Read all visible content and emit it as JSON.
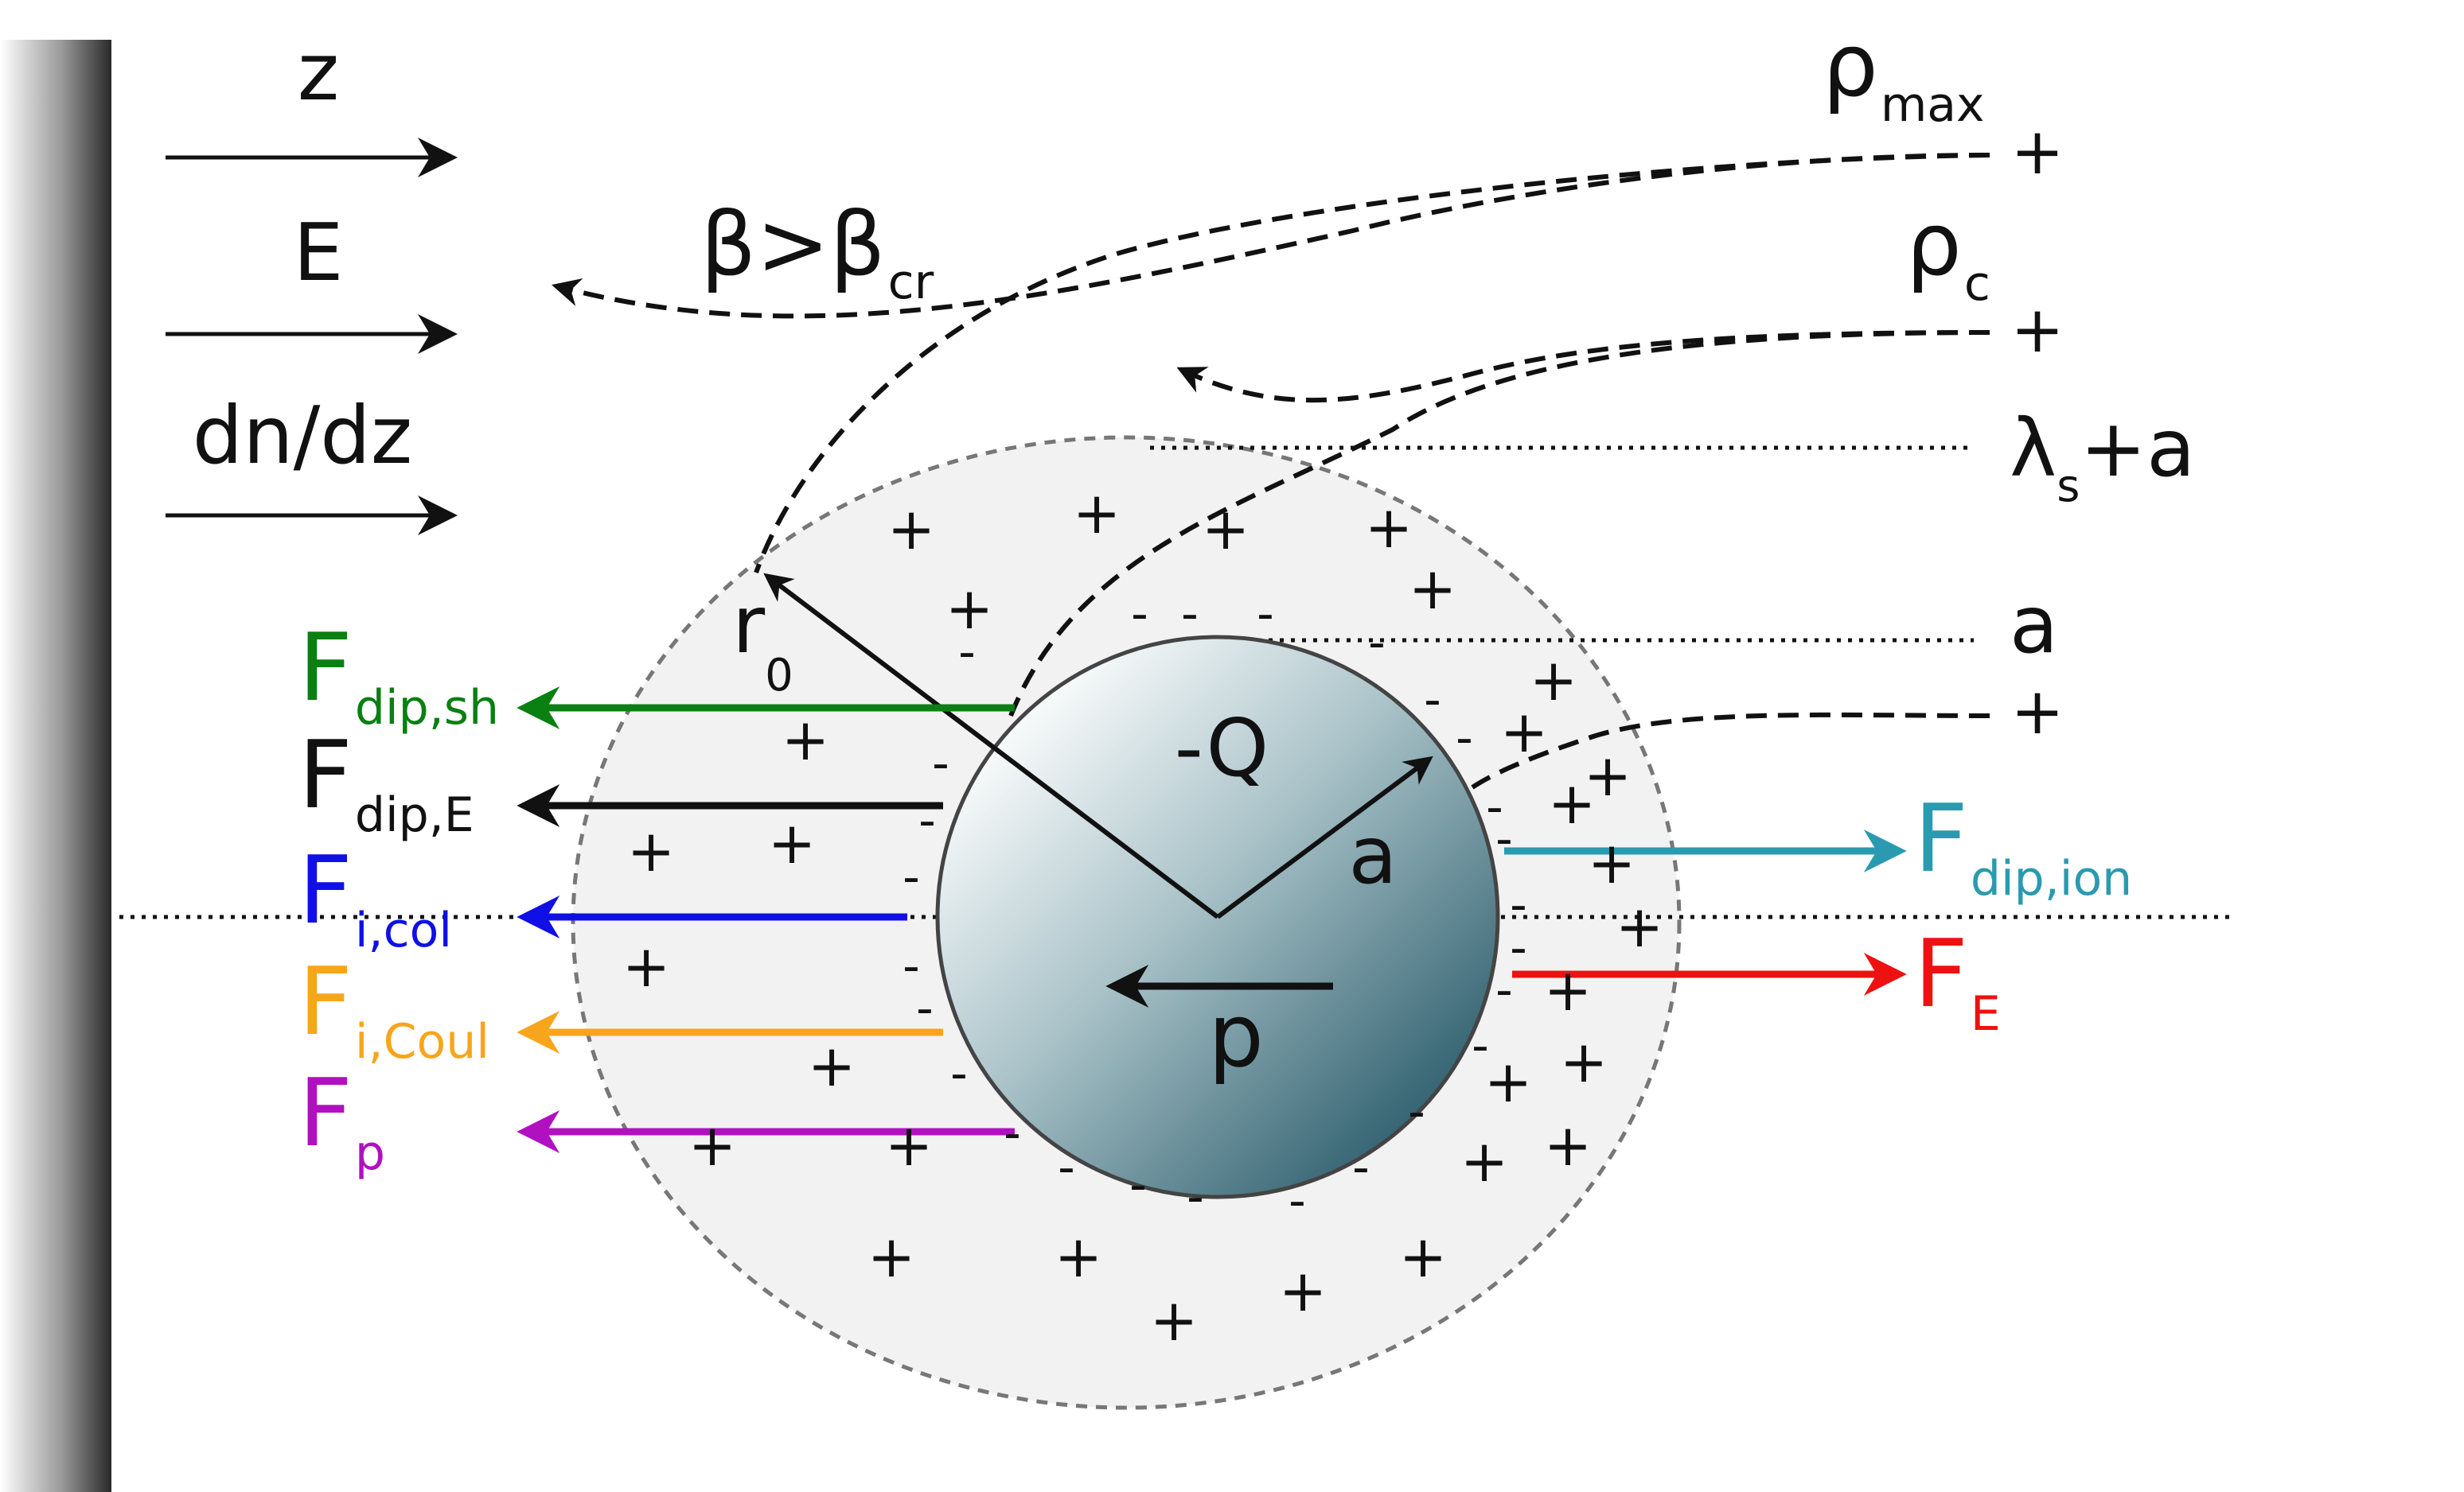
{
  "colors": {
    "green": "#0a7f12",
    "black": "#111111",
    "blue": "#1010e6",
    "orange": "#f7a51b",
    "magenta": "#b010c0",
    "teal": "#2a9ab0",
    "red": "#ee1111",
    "sheath_fill": "#f2f2f2",
    "sheath_stroke": "#777777"
  },
  "icons": {
    "wall": "shaded-wall",
    "sheath": "ion-sheath-circle",
    "particle": "charged-sphere"
  },
  "legend": {
    "z": "z",
    "E": "E",
    "dn": "dn/dz"
  },
  "labels": {
    "beta_main": "β>β",
    "beta_sub": "cr",
    "rho_max_main": "ρ",
    "rho_max_sub": "max",
    "rho_c_main": "ρ",
    "rho_c_sub": "c",
    "lambda_main": "λ",
    "lambda_sub": "s",
    "lambda_rest": "+a",
    "a_level": "a",
    "r0_main": "r",
    "r0_sub": "0",
    "charge": "-Q",
    "radius": "a",
    "dipole": "p",
    "plus": "+",
    "minus": "-"
  },
  "forces_left": [
    {
      "main": "F",
      "sub": "dip,sh",
      "color": "#0a7f12"
    },
    {
      "main": "F",
      "sub": "dip,E",
      "color": "#111111"
    },
    {
      "main": "F",
      "sub": "i,col",
      "color": "#1010e6"
    },
    {
      "main": "F",
      "sub": "i,Coul",
      "color": "#f7a51b"
    },
    {
      "main": "F",
      "sub": "p",
      "color": "#b010c0"
    }
  ],
  "forces_right": [
    {
      "main": "F",
      "sub": "dip,ion",
      "color": "#2a9ab0"
    },
    {
      "main": "F",
      "sub": "E",
      "color": "#ee1111"
    }
  ]
}
